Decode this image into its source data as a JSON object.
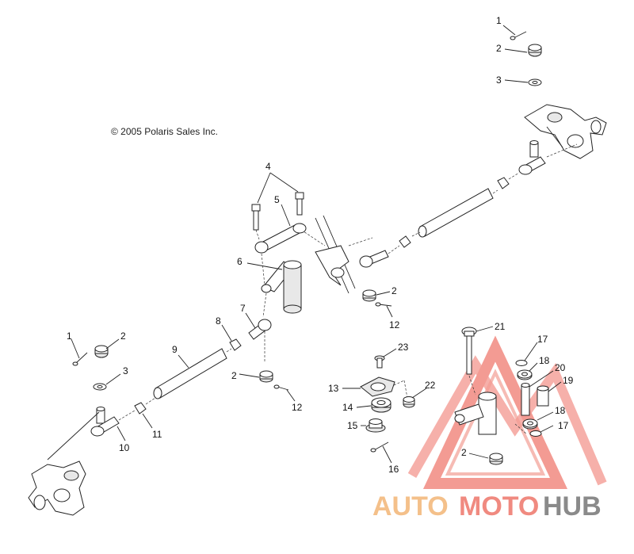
{
  "copyright": "© 2005 Polaris Sales Inc.",
  "watermark": {
    "part1": "AUTO",
    "part2": "MOTO",
    "part3": "HUB"
  },
  "callouts": [
    {
      "id": "c1a",
      "text": "1"
    },
    {
      "id": "c2a",
      "text": "2"
    },
    {
      "id": "c3a",
      "text": "3"
    },
    {
      "id": "c4",
      "text": "4"
    },
    {
      "id": "c5",
      "text": "5"
    },
    {
      "id": "c6",
      "text": "6"
    },
    {
      "id": "c7",
      "text": "7"
    },
    {
      "id": "c8",
      "text": "8"
    },
    {
      "id": "c9",
      "text": "9"
    },
    {
      "id": "c1b",
      "text": "1"
    },
    {
      "id": "c2b",
      "text": "2"
    },
    {
      "id": "c3b",
      "text": "3"
    },
    {
      "id": "c10",
      "text": "10"
    },
    {
      "id": "c11",
      "text": "11"
    },
    {
      "id": "c2c",
      "text": "2"
    },
    {
      "id": "c12a",
      "text": "12"
    },
    {
      "id": "c2d",
      "text": "2"
    },
    {
      "id": "c12b",
      "text": "12"
    },
    {
      "id": "c13",
      "text": "13"
    },
    {
      "id": "c14",
      "text": "14"
    },
    {
      "id": "c15",
      "text": "15"
    },
    {
      "id": "c16",
      "text": "16"
    },
    {
      "id": "c23",
      "text": "23"
    },
    {
      "id": "c22",
      "text": "22"
    },
    {
      "id": "c21",
      "text": "21"
    },
    {
      "id": "c17a",
      "text": "17"
    },
    {
      "id": "c18a",
      "text": "18"
    },
    {
      "id": "c20",
      "text": "20"
    },
    {
      "id": "c19",
      "text": "19"
    },
    {
      "id": "c18b",
      "text": "18"
    },
    {
      "id": "c17b",
      "text": "17"
    },
    {
      "id": "c2e",
      "text": "2"
    }
  ]
}
